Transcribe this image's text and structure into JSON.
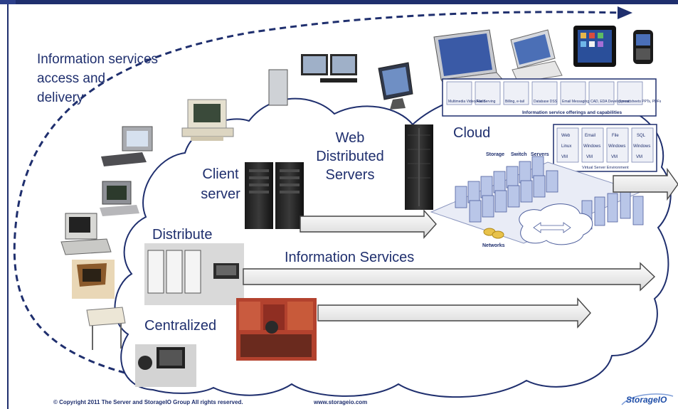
{
  "labels": {
    "information_access": [
      "Information services",
      "access and",
      "delivery"
    ],
    "web_distributed": [
      "Web",
      "Distributed",
      "Servers"
    ],
    "client_server": [
      "Client",
      "server"
    ],
    "cloud": "Cloud",
    "distribute": "Distribute",
    "information_services": "Information Services",
    "centralized": "Centralized"
  },
  "cloud_panel": {
    "offering_tiles": [
      "Multimedia Video/Audio",
      "File Serving",
      "Billing, e-tail",
      "Database DSS",
      "Email Messaging",
      "CAD, EDA Development",
      "Spreadsheets PPTs, PDFs"
    ],
    "offerings_title": "Information service offerings and capabilities",
    "vm_tiles": [
      [
        "Web",
        "Linux",
        "VM"
      ],
      [
        "Email",
        "Windows",
        "VM"
      ],
      [
        "File",
        "Windows",
        "VM"
      ],
      [
        "SQL",
        "Windows",
        "VM"
      ]
    ],
    "vm_caption": "Virtual Server Environment",
    "rack_labels": [
      "Storage",
      "Switch",
      "Servers"
    ],
    "networks_label": "Networks"
  },
  "footer": {
    "copyright": "© Copyright 2011 The Server and StorageIO Group All rights reserved.",
    "website": "www.storageio.com"
  },
  "logo_text": "StorageIO",
  "colors": {
    "brand_navy": "#1f2f6e",
    "label_text": "#1f2f6e",
    "logo_blue": "#1f4ea8",
    "arrow_fill": "#f4f4f4",
    "rack_blue": "#b9c6e8"
  }
}
